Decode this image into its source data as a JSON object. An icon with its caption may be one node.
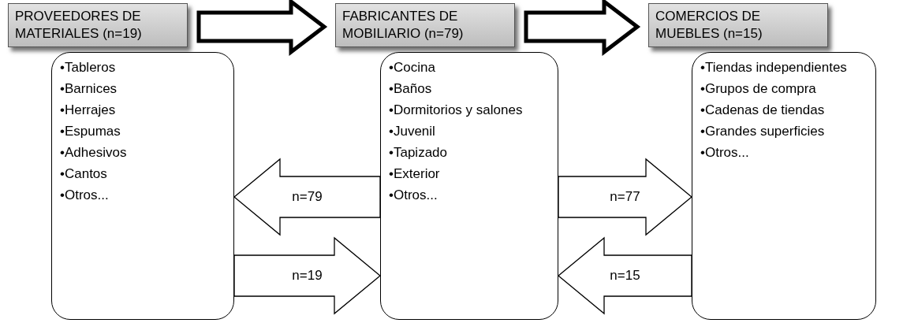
{
  "diagram": {
    "nodes": [
      {
        "text": [
          "PROVEEDORES DE MATERIALES (n=19)"
        ]
      },
      {
        "text": [
          "•Tableros",
          "•Barnices",
          "•Herrajes",
          "•Espumas",
          "•Adhesivos",
          "•Cantos",
          "•Otros..."
        ]
      },
      {
        "text": [
          "FABRICANTES DE MOBILIARIO (n=79)"
        ]
      },
      {
        "text": [
          "•Cocina",
          "•Baños",
          "•Dormitorios y salones",
          "•Juvenil",
          "•Tapizado",
          "•Exterior",
          "•Otros..."
        ]
      },
      {
        "text": [
          "COMERCIOS DE MUEBLES (n=15)"
        ]
      },
      {
        "text": [
          "•Tiendas independientes",
          "•Grupos de compra",
          "•Cadenas de tiendas",
          "•Grandes superficies",
          "•Otros..."
        ]
      }
    ],
    "edges": [
      {
        "from": 0,
        "to": 2,
        "arrow": "to"
      },
      {
        "from": 2,
        "to": 4,
        "arrow": "to"
      },
      {
        "from": 3,
        "to": 1,
        "arrow": "to",
        "label": "n=79"
      },
      {
        "from": 1,
        "to": 3,
        "arrow": "to",
        "label": "n=19"
      },
      {
        "from": 3,
        "to": 5,
        "arrow": "to",
        "label": "n=77"
      },
      {
        "from": 5,
        "to": 3,
        "arrow": "to",
        "label": "n=15"
      }
    ]
  }
}
